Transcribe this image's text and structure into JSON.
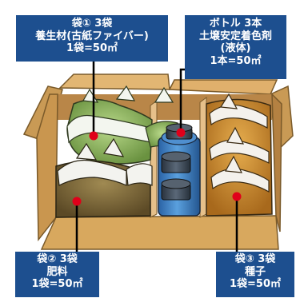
{
  "labels": {
    "bag1": {
      "lines": [
        "袋① 3袋",
        "養生材(古紙ファイバー)",
        "1袋=50㎡"
      ]
    },
    "bottle": {
      "lines": [
        "ボトル 3本",
        "土壌安定着色剤",
        "(液体)",
        "1本=50㎡"
      ]
    },
    "bag2": {
      "lines": [
        "袋② 3袋",
        "肥料",
        "1袋=50㎡"
      ]
    },
    "bag3": {
      "lines": [
        "袋③ 3袋",
        "種子",
        "1袋=50㎡"
      ]
    }
  },
  "colors": {
    "label_bg": "#1d4f8f",
    "label_text": "#ffffff",
    "leader_line": "#000000",
    "marker_dot": "#e0001a",
    "box_cardboard": "#d9a960",
    "bag1_contents": "#7ba24c",
    "bag2_contents": "#806a38",
    "bag3_contents": "#c8882c",
    "bottle_body": "#3d7fc0",
    "bottle_cap": "#3a4654"
  }
}
